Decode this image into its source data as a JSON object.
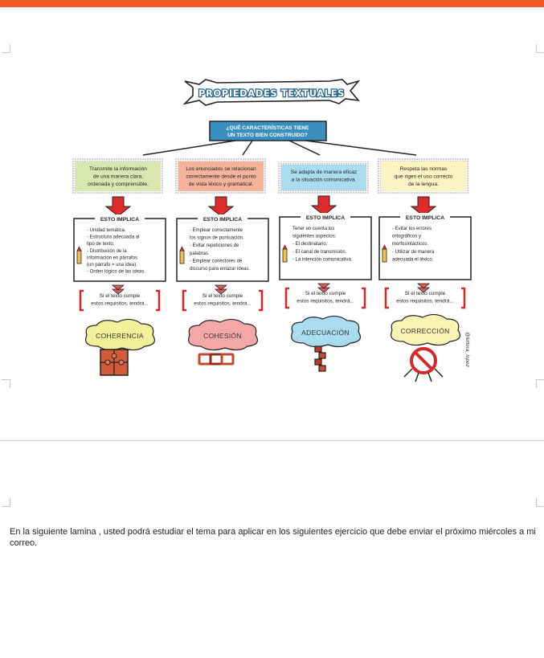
{
  "colors": {
    "accent_bar": "#f05a28",
    "title_box": "#3a8fbf",
    "box_green": "#d9e6b0",
    "box_salmon": "#f4b39a",
    "box_blue": "#a9dcee",
    "box_yellow": "#fbf3c2",
    "arrow_red": "#e02b2b",
    "cloud_yellow": "#f3f09a",
    "cloud_pink": "#f4a7a7",
    "cloud_blue": "#a9dcee",
    "cloud_lightyellow": "#fbf3b4"
  },
  "infographic": {
    "title": "PROPIEDADES TEXTUALES",
    "question_line1": "¿QUÉ CARACTERÍSTICAS TIENE",
    "question_line2": "UN TEXTO BIEN CONSTRUIDO?",
    "columns": [
      {
        "desc_lines": [
          "Transmite la información",
          "de una manera clara,",
          "ordenada y comprensible."
        ],
        "implica_title": "ESTO IMPLICA",
        "implica_lines": [
          "- Unidad  temática.",
          "- Estructura adecuada al",
          "tipo de texto.",
          "- Distribución de la",
          "información en párrafos",
          "(un párrafo = una idea).",
          "- Orden lógico de las ideas."
        ],
        "cond_lines": [
          "Si el texto cumple",
          "estos requisitos, tendrá..."
        ],
        "property": "COHERENCIA",
        "icon": "puzzle-icon"
      },
      {
        "desc_lines": [
          "Los enunciados se relacionan",
          "correctamente desde el punto",
          "de vista léxico y gramatical."
        ],
        "implica_title": "ESTO IMPLICA",
        "implica_lines": [
          "- Emplear correctamente",
          "los signos de puntuación.",
          "- Evitar repeticiones de",
          "palabras.",
          "- Emplear conectores de",
          "discurso para enlazar ideas."
        ],
        "cond_lines": [
          "Si el texto cumple",
          "estos requisitos, tendrá..."
        ],
        "property": "COHESIÓN",
        "icon": "chain-icon"
      },
      {
        "desc_lines": [
          "Se adapta de manera eficaz",
          "a la situación comunicativa."
        ],
        "implica_title": "ESTO IMPLICA",
        "implica_lines": [
          "Tener en cuenta los",
          "siguientes aspectos:",
          "- El destinatario.",
          "- El canal de transmisión.",
          "- La intención comunicativa."
        ],
        "cond_lines": [
          "Si el texto cumple",
          "estos requisitos, tendrá..."
        ],
        "property": "ADECUACIÓN",
        "icon": "spring-icon"
      },
      {
        "desc_lines": [
          "Respeta las normas",
          "que rigen el uso correcto",
          "de la lengua."
        ],
        "implica_title": "ESTO IMPLICA",
        "implica_lines": [
          "- Evitar los errores",
          "ortográficos y",
          "morfosintácticos.",
          "- Utilizar de manera",
          "adecuada el léxico."
        ],
        "cond_lines": [
          "Si el texto cumple",
          "estos requisitos, tendrá..."
        ],
        "property": "CORRECCIÓN",
        "icon": "prohibited-sign-icon"
      }
    ],
    "signature": "@lettera_lopez"
  },
  "note": {
    "text": "En la siguiente lamina , usted podrá estudiar el tema para aplicar en los siguientes ejercicio que debe enviar el próximo miércoles a mi correo."
  }
}
